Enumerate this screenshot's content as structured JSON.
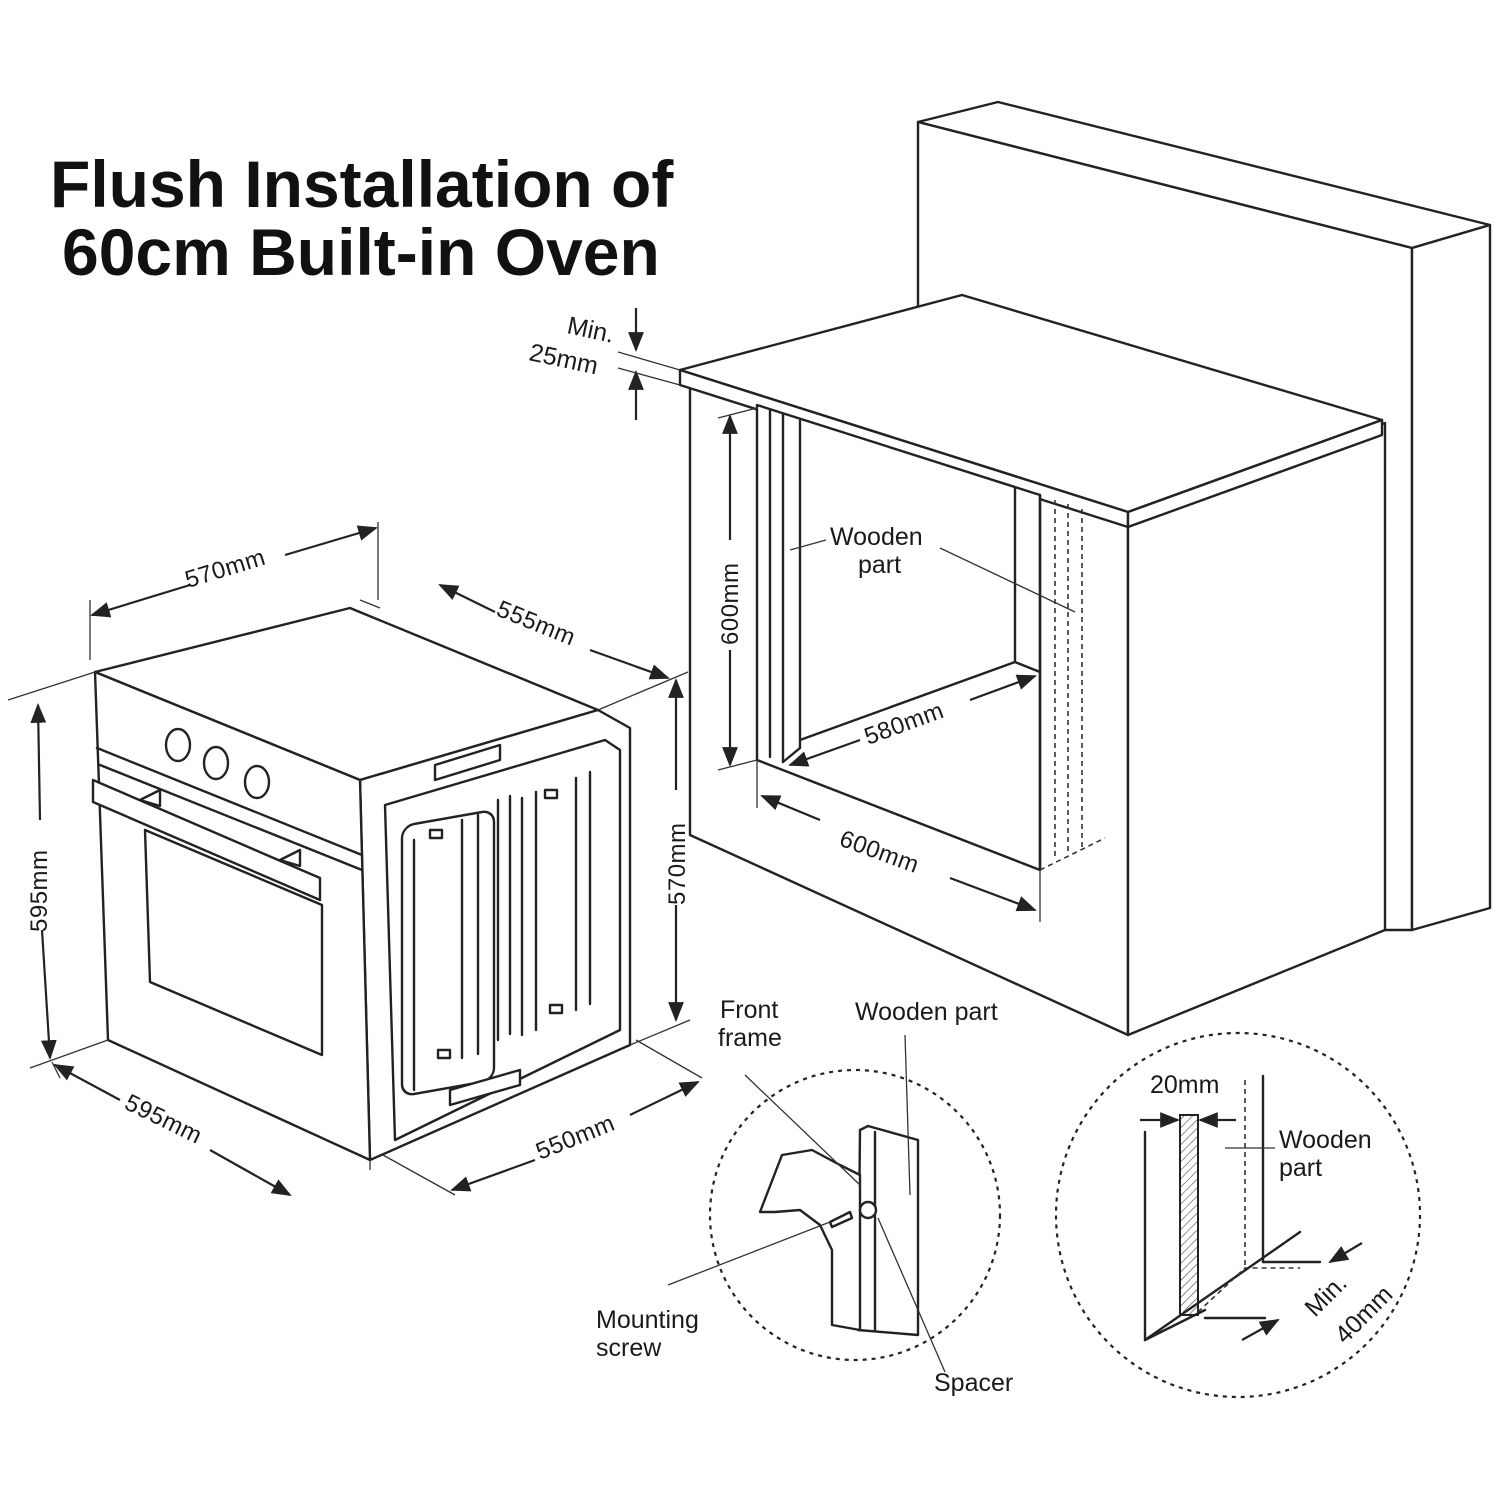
{
  "title": {
    "line1": "Flush Installation of",
    "line2": "60cm Built-in Oven"
  },
  "oven_dimensions": {
    "width_top": "570mm",
    "depth_top": "555mm",
    "height_front": "595mm",
    "height_side": "570mm",
    "width_bottom": "595mm",
    "depth_bottom": "550mm"
  },
  "cabinet": {
    "min_gap_line1": "Min.",
    "min_gap_line2": "25mm",
    "height": "600mm",
    "inner_width": "580mm",
    "outer_width": "600mm",
    "wooden_part_line1": "Wooden",
    "wooden_part_line2": "part"
  },
  "detail_left": {
    "front_frame_line1": "Front",
    "front_frame_line2": "frame",
    "wooden_part": "Wooden part",
    "mounting_screw_line1": "Mounting",
    "mounting_screw_line2": "screw",
    "spacer": "Spacer"
  },
  "detail_right": {
    "thickness": "20mm",
    "wooden_part_line1": "Wooden",
    "wooden_part_line2": "part",
    "min_line1": "Min.",
    "min_line2": "40mm"
  },
  "colors": {
    "stroke": "#222222",
    "background": "#ffffff"
  }
}
